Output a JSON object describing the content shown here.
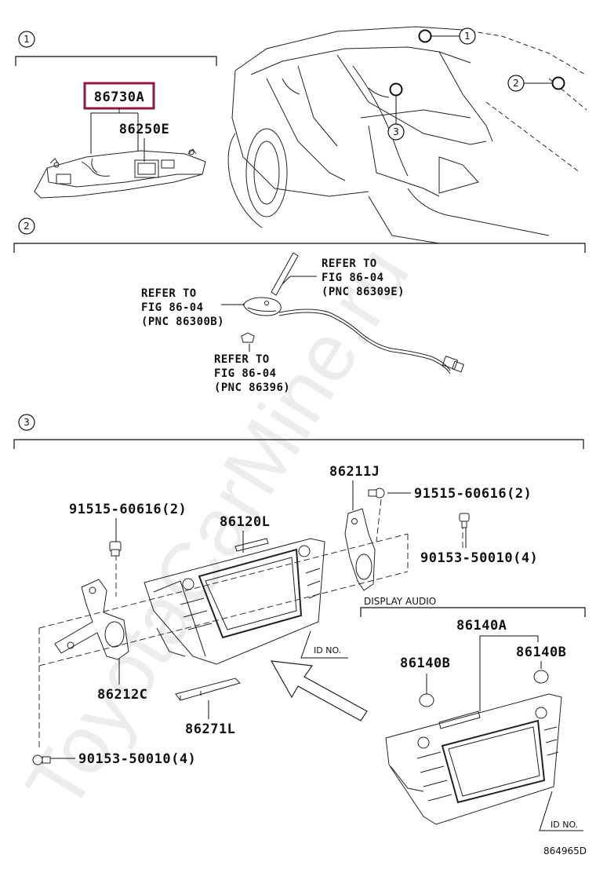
{
  "sections": [
    {
      "id": "1",
      "label": "1"
    },
    {
      "id": "2",
      "label": "2"
    },
    {
      "id": "3",
      "label": "3"
    }
  ],
  "vehicle_callouts": [
    "1",
    "2",
    "3"
  ],
  "section1": {
    "highlighted_part": "86730A",
    "part_86250E": "86250E",
    "highlight_color": "#8b1e3f"
  },
  "section2": {
    "ref_a": [
      "REFER TO",
      "FIG 86-04",
      "(PNC 86309E)"
    ],
    "ref_b": [
      "REFER TO",
      "FIG 86-04",
      "(PNC 86300B)"
    ],
    "ref_c": [
      "REFER TO",
      "FIG 86-04",
      "(PNC 86396)"
    ]
  },
  "section3": {
    "p86211J": "86211J",
    "p91515_right": "91515-60616(2)",
    "p91515_left": "91515-60616(2)",
    "p86120L": "86120L",
    "p90153_right": "90153-50010(4)",
    "p90153_left": "90153-50010(4)",
    "p86212C": "86212C",
    "p86271L": "86271L",
    "id_no": "ID NO.",
    "display_audio": {
      "title": "DISPLAY AUDIO",
      "p86140A": "86140A",
      "p86140B_left": "86140B",
      "p86140B_right": "86140B",
      "id_no": "ID NO."
    }
  },
  "figure_number": "864965D",
  "watermark": "ToyotaCarMine.ru"
}
